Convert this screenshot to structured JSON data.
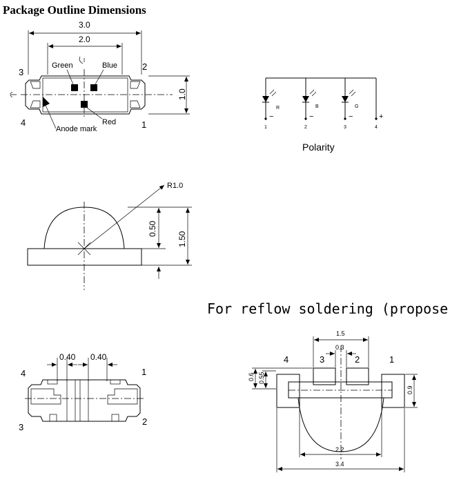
{
  "title": "Package Outline Dimensions",
  "top_view": {
    "dim_width_outer": "3.0",
    "dim_width_inner": "2.0",
    "dim_height": "1.0",
    "pins": {
      "p1": "1",
      "p2": "2",
      "p3": "3",
      "p4": "4"
    },
    "labels": {
      "green": "Green",
      "blue": "Blue",
      "red": "Red",
      "anode": "Anode mark"
    }
  },
  "polarity": {
    "caption": "Polarity",
    "diodes": [
      "R",
      "B",
      "G"
    ],
    "pins": [
      "1",
      "2",
      "3",
      "4"
    ],
    "minus": "−",
    "plus": "+"
  },
  "side_view": {
    "radius": "R1.0",
    "dim_dome": "0.50",
    "dim_total": "1.50"
  },
  "bottom_view": {
    "dim_a": "0.40",
    "dim_b": "0.40",
    "pins": {
      "p1": "1",
      "p2": "2",
      "p3": "3",
      "p4": "4"
    }
  },
  "reflow": {
    "heading": "For reflow soldering (propose)",
    "dim_top": "1.5",
    "dim_gap": "0.3",
    "dim_h1": "0.6",
    "dim_h2": "0.55",
    "dim_right": "0.9",
    "dim_inner": "2.2",
    "dim_outer": "3.4",
    "pins": {
      "p1": "1",
      "p2": "2",
      "p3": "3",
      "p4": "4"
    }
  }
}
